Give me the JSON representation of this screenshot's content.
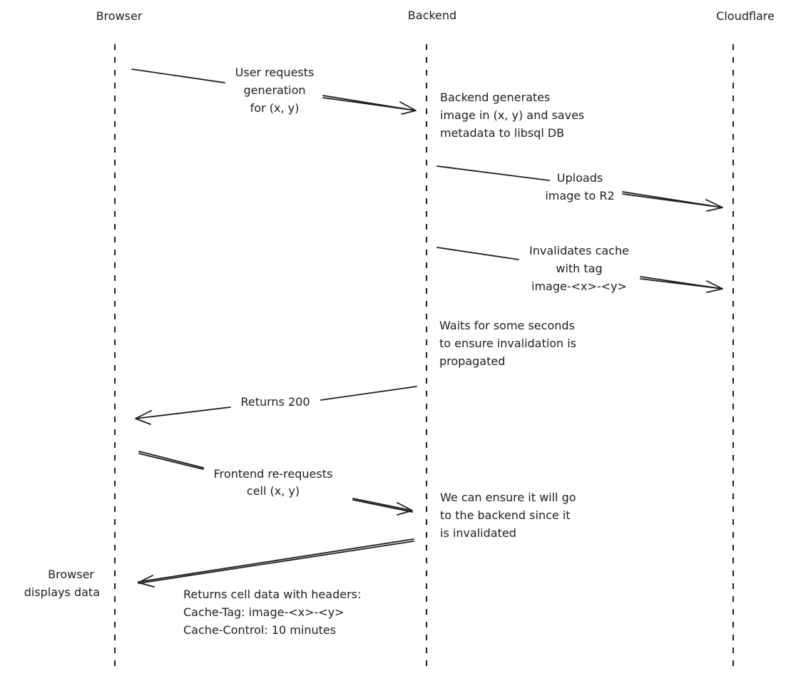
{
  "participants": [
    "Browser",
    "Backend",
    "Cloudflare"
  ],
  "messages": [
    {
      "label": [
        "User requests",
        "generation",
        "for (x, y)"
      ],
      "from": "Browser",
      "to": "Backend"
    },
    {
      "label": [
        "Uploads",
        "image to R2"
      ],
      "from": "Backend",
      "to": "Cloudflare"
    },
    {
      "label": [
        "Invalidates cache",
        "with tag",
        "image-<x>-<y>"
      ],
      "from": "Backend",
      "to": "Cloudflare"
    },
    {
      "label": [
        "Returns 200"
      ],
      "from": "Backend",
      "to": "Browser"
    },
    {
      "label": [
        "Frontend re-requests",
        "cell (x, y)"
      ],
      "from": "Browser",
      "to": "Backend"
    },
    {
      "label": [
        "Returns cell data with headers:",
        "Cache-Tag: image-<x>-<y>",
        "Cache-Control: 10 minutes"
      ],
      "from": "Backend",
      "to": "Browser"
    }
  ],
  "notes": [
    [
      "Backend generates",
      "image in (x, y) and saves",
      "metadata to libsql DB"
    ],
    [
      "Waits for some seconds",
      "to ensure invalidation is",
      "propagated"
    ],
    [
      "We can ensure it will go",
      "to the backend since it",
      "is invalidated"
    ],
    [
      "Browser",
      "displays data"
    ]
  ]
}
